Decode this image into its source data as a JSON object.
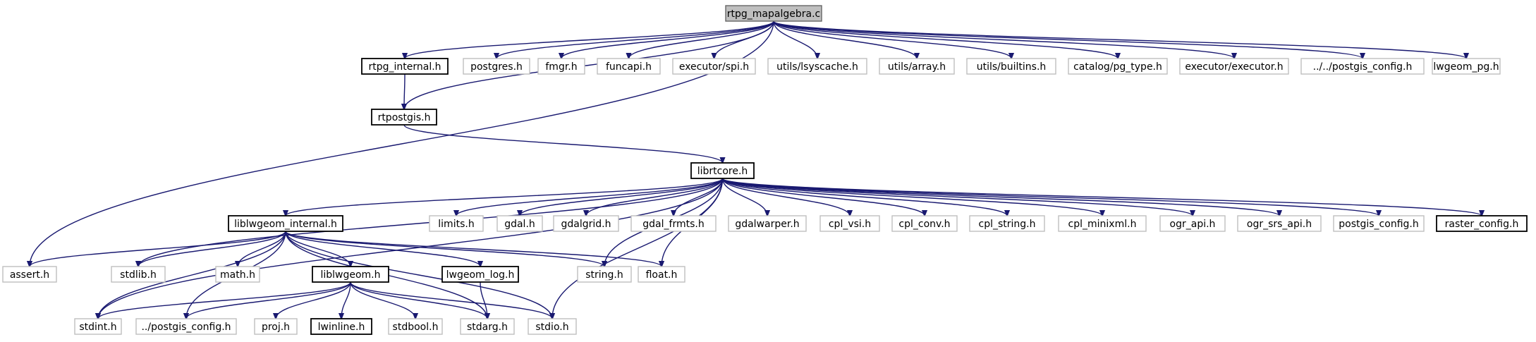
{
  "diagram": {
    "root": "rtpg_mapalgebra.c",
    "nodes": [
      {
        "id": "root",
        "label": "rtpg_mapalgebra.c",
        "kind": "root"
      },
      {
        "id": "assert",
        "label": "assert.h",
        "kind": "system"
      },
      {
        "id": "rtpg_internal",
        "label": "rtpg_internal.h",
        "kind": "documented"
      },
      {
        "id": "postgres",
        "label": "postgres.h",
        "kind": "system"
      },
      {
        "id": "fmgr",
        "label": "fmgr.h",
        "kind": "system"
      },
      {
        "id": "funcapi",
        "label": "funcapi.h",
        "kind": "system"
      },
      {
        "id": "spi",
        "label": "executor/spi.h",
        "kind": "system"
      },
      {
        "id": "lsyscache",
        "label": "utils/lsyscache.h",
        "kind": "system"
      },
      {
        "id": "array",
        "label": "utils/array.h",
        "kind": "system"
      },
      {
        "id": "builtins",
        "label": "utils/builtins.h",
        "kind": "system"
      },
      {
        "id": "pg_type",
        "label": "catalog/pg_type.h",
        "kind": "system"
      },
      {
        "id": "executor",
        "label": "executor/executor.h",
        "kind": "system"
      },
      {
        "id": "pgcfg_top",
        "label": "../../postgis_config.h",
        "kind": "system"
      },
      {
        "id": "lwgeom_pg",
        "label": "lwgeom_pg.h",
        "kind": "system"
      },
      {
        "id": "rtpostgis",
        "label": "rtpostgis.h",
        "kind": "documented"
      },
      {
        "id": "librtcore",
        "label": "librtcore.h",
        "kind": "documented"
      },
      {
        "id": "liblwgeom_internal",
        "label": "liblwgeom_internal.h",
        "kind": "documented"
      },
      {
        "id": "limits",
        "label": "limits.h",
        "kind": "system"
      },
      {
        "id": "gdal",
        "label": "gdal.h",
        "kind": "system"
      },
      {
        "id": "gdalgrid",
        "label": "gdalgrid.h",
        "kind": "system"
      },
      {
        "id": "gdal_frmts",
        "label": "gdal_frmts.h",
        "kind": "system"
      },
      {
        "id": "gdalwarper",
        "label": "gdalwarper.h",
        "kind": "system"
      },
      {
        "id": "cpl_vsi",
        "label": "cpl_vsi.h",
        "kind": "system"
      },
      {
        "id": "cpl_conv",
        "label": "cpl_conv.h",
        "kind": "system"
      },
      {
        "id": "cpl_string",
        "label": "cpl_string.h",
        "kind": "system"
      },
      {
        "id": "cpl_minixml",
        "label": "cpl_minixml.h",
        "kind": "system"
      },
      {
        "id": "ogr_api",
        "label": "ogr_api.h",
        "kind": "system"
      },
      {
        "id": "ogr_srs_api",
        "label": "ogr_srs_api.h",
        "kind": "system"
      },
      {
        "id": "postgis_config",
        "label": "postgis_config.h",
        "kind": "system"
      },
      {
        "id": "raster_config",
        "label": "raster_config.h",
        "kind": "documented"
      },
      {
        "id": "stdlib",
        "label": "stdlib.h",
        "kind": "system"
      },
      {
        "id": "math",
        "label": "math.h",
        "kind": "system"
      },
      {
        "id": "liblwgeom",
        "label": "liblwgeom.h",
        "kind": "documented"
      },
      {
        "id": "lwgeom_log",
        "label": "lwgeom_log.h",
        "kind": "documented"
      },
      {
        "id": "string",
        "label": "string.h",
        "kind": "system"
      },
      {
        "id": "float",
        "label": "float.h",
        "kind": "system"
      },
      {
        "id": "stdint",
        "label": "stdint.h",
        "kind": "system"
      },
      {
        "id": "pgcfg_mid",
        "label": "../postgis_config.h",
        "kind": "system"
      },
      {
        "id": "proj",
        "label": "proj.h",
        "kind": "system"
      },
      {
        "id": "lwinline",
        "label": "lwinline.h",
        "kind": "documented"
      },
      {
        "id": "stdbool",
        "label": "stdbool.h",
        "kind": "system"
      },
      {
        "id": "stdarg",
        "label": "stdarg.h",
        "kind": "system"
      },
      {
        "id": "stdio",
        "label": "stdio.h",
        "kind": "system"
      }
    ],
    "edges": [
      [
        "root",
        "assert"
      ],
      [
        "root",
        "rtpg_internal"
      ],
      [
        "root",
        "postgres"
      ],
      [
        "root",
        "fmgr"
      ],
      [
        "root",
        "funcapi"
      ],
      [
        "root",
        "spi"
      ],
      [
        "root",
        "lsyscache"
      ],
      [
        "root",
        "array"
      ],
      [
        "root",
        "builtins"
      ],
      [
        "root",
        "pg_type"
      ],
      [
        "root",
        "executor"
      ],
      [
        "root",
        "pgcfg_top"
      ],
      [
        "root",
        "lwgeom_pg"
      ],
      [
        "root",
        "rtpostgis"
      ],
      [
        "rtpg_internal",
        "rtpostgis"
      ],
      [
        "rtpostgis",
        "librtcore"
      ],
      [
        "librtcore",
        "liblwgeom_internal"
      ],
      [
        "librtcore",
        "limits"
      ],
      [
        "librtcore",
        "gdal"
      ],
      [
        "librtcore",
        "gdalgrid"
      ],
      [
        "librtcore",
        "gdal_frmts"
      ],
      [
        "librtcore",
        "gdalwarper"
      ],
      [
        "librtcore",
        "cpl_vsi"
      ],
      [
        "librtcore",
        "cpl_conv"
      ],
      [
        "librtcore",
        "cpl_string"
      ],
      [
        "librtcore",
        "cpl_minixml"
      ],
      [
        "librtcore",
        "ogr_api"
      ],
      [
        "librtcore",
        "ogr_srs_api"
      ],
      [
        "librtcore",
        "postgis_config"
      ],
      [
        "librtcore",
        "raster_config"
      ],
      [
        "librtcore",
        "stdlib"
      ],
      [
        "librtcore",
        "stdint"
      ],
      [
        "librtcore",
        "string"
      ],
      [
        "librtcore",
        "float"
      ],
      [
        "librtcore",
        "stdio"
      ],
      [
        "liblwgeom_internal",
        "assert"
      ],
      [
        "liblwgeom_internal",
        "stdlib"
      ],
      [
        "liblwgeom_internal",
        "math"
      ],
      [
        "liblwgeom_internal",
        "liblwgeom"
      ],
      [
        "liblwgeom_internal",
        "lwgeom_log"
      ],
      [
        "liblwgeom_internal",
        "string"
      ],
      [
        "liblwgeom_internal",
        "float"
      ],
      [
        "liblwgeom_internal",
        "stdint"
      ],
      [
        "liblwgeom_internal",
        "pgcfg_mid"
      ],
      [
        "liblwgeom_internal",
        "stdarg"
      ],
      [
        "liblwgeom_internal",
        "stdio"
      ],
      [
        "liblwgeom",
        "stdint"
      ],
      [
        "liblwgeom",
        "pgcfg_mid"
      ],
      [
        "liblwgeom",
        "proj"
      ],
      [
        "liblwgeom",
        "lwinline"
      ],
      [
        "liblwgeom",
        "stdbool"
      ],
      [
        "liblwgeom",
        "stdarg"
      ],
      [
        "liblwgeom",
        "stdio"
      ],
      [
        "lwgeom_log",
        "stdarg"
      ]
    ],
    "colors": {
      "edge": "#191970",
      "root_fill": "#bfbfbf",
      "system_border": "#bfbfbf",
      "documented_border": "#000000"
    }
  }
}
